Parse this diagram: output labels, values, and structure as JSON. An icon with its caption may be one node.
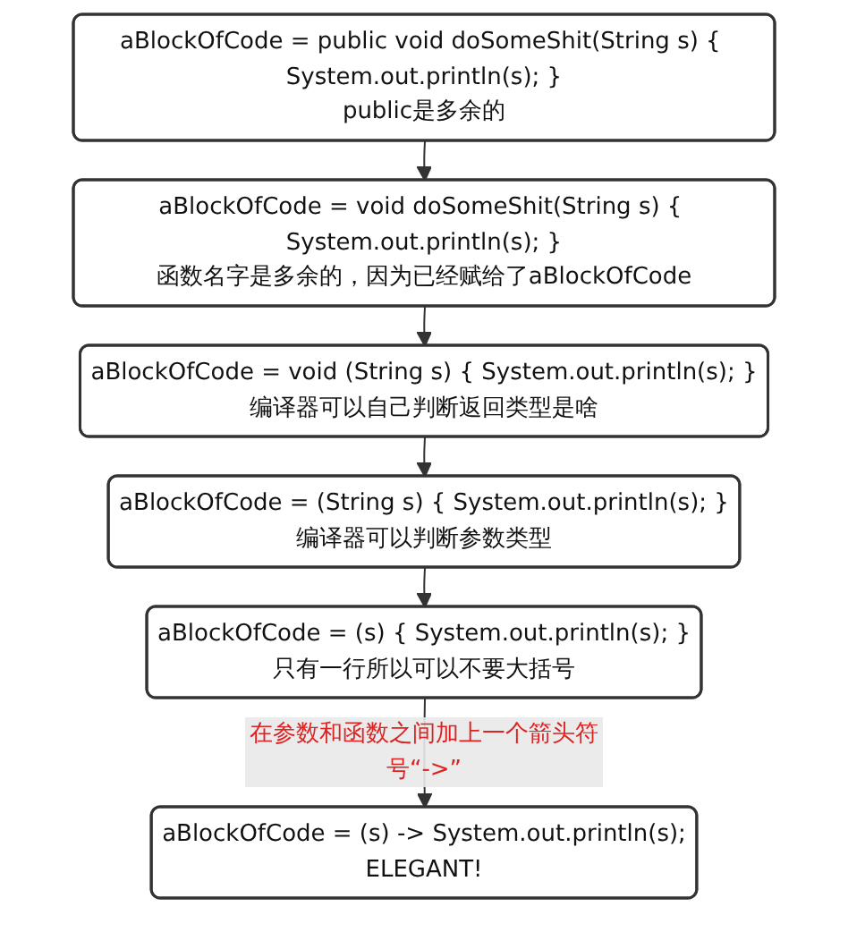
{
  "diagram": {
    "nodes": [
      {
        "text": [
          "aBlockOfCode = public void doSomeShit(String s) { System.out.println(s); }",
          "public是多余的"
        ]
      },
      {
        "text": [
          "aBlockOfCode = void doSomeShit(String s) { System.out.println(s); }",
          "函数名字是多余的，因为已经赋给了aBlockOfCode"
        ]
      },
      {
        "text": [
          "aBlockOfCode = void (String s) { System.out.println(s); }",
          "编译器可以自己判断返回类型是啥"
        ]
      },
      {
        "text": [
          "aBlockOfCode = (String s) { System.out.println(s); }",
          "编译器可以判断参数类型"
        ]
      },
      {
        "text": [
          "aBlockOfCode = (s) { System.out.println(s); }",
          "只有一行所以可以不要大括号"
        ]
      },
      {
        "text": [
          "aBlockOfCode = (s) -> System.out.println(s);",
          "ELEGANT!"
        ]
      }
    ],
    "edges": [
      {
        "from": 0,
        "to": 1,
        "arrow": "to"
      },
      {
        "from": 1,
        "to": 2,
        "arrow": "to"
      },
      {
        "from": 2,
        "to": 3,
        "arrow": "to"
      },
      {
        "from": 3,
        "to": 4,
        "arrow": "to"
      },
      {
        "from": 4,
        "to": 5,
        "arrow": "to",
        "label": "在参数和函数之间加上一个箭头符号“->”"
      }
    ]
  }
}
